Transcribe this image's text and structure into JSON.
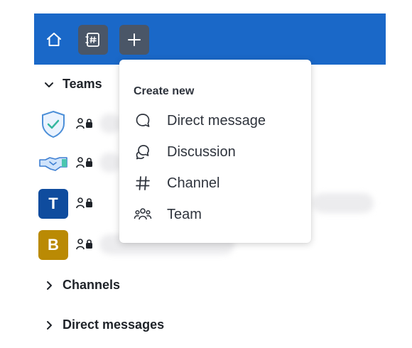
{
  "colors": {
    "topbar": "#1a68c8",
    "topbar_button": "#4a5667",
    "avatar_t": "#0f4c9e",
    "avatar_b": "#ba8a04",
    "text": "#1f2329"
  },
  "header": {
    "home_icon": "home-icon",
    "directory_icon": "directory-icon",
    "create_icon": "plus-icon"
  },
  "sidebar": {
    "teams_label": "Teams",
    "channels_label": "Channels",
    "direct_messages_label": "Direct messages",
    "teams": [
      {
        "avatar_type": "shield-check-icon",
        "avatar_text": ""
      },
      {
        "avatar_type": "handshake-icon",
        "avatar_text": ""
      },
      {
        "avatar_type": "letter",
        "avatar_text": "T"
      },
      {
        "avatar_type": "letter",
        "avatar_text": "B"
      }
    ]
  },
  "create_menu": {
    "title": "Create new",
    "items": [
      {
        "label": "Direct message",
        "icon": "message-bubble-icon"
      },
      {
        "label": "Discussion",
        "icon": "discussion-icon"
      },
      {
        "label": "Channel",
        "icon": "hashtag-icon"
      },
      {
        "label": "Team",
        "icon": "team-icon"
      }
    ]
  }
}
